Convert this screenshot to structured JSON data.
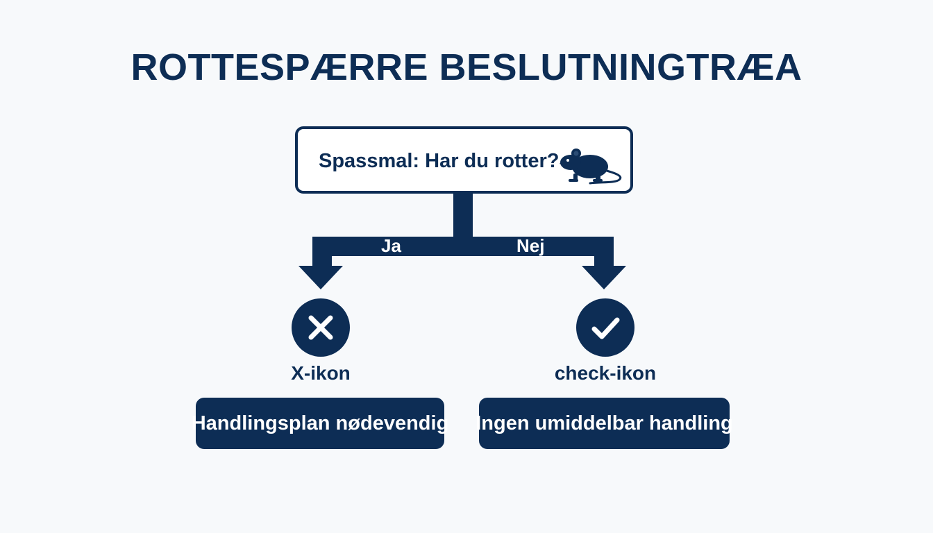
{
  "title": "ROTTESPÆRRE BESLUTNINGTRÆA",
  "question": {
    "text": "Spassmal: Har du rotter?",
    "icon": "rat-icon"
  },
  "branches": {
    "yes": {
      "label": "Ja",
      "icon": "x-icon",
      "icon_caption": "X-ikon",
      "outcome": "Handlingsplan nødevendig"
    },
    "no": {
      "label": "Nej",
      "icon": "check-icon",
      "icon_caption": "check-ikon",
      "outcome": "Ingen umiddelbar handling"
    }
  },
  "colors": {
    "primary": "#0d2d55",
    "background": "#f7f9fb",
    "box_fill": "#ffffff"
  }
}
